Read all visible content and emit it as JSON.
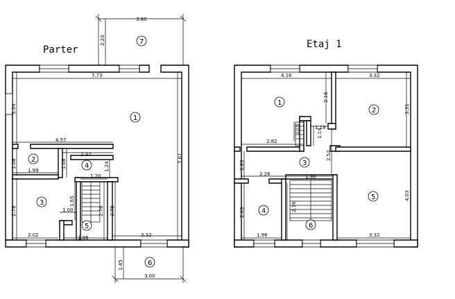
{
  "floors": [
    {
      "id": "parter",
      "title": "Parter",
      "rooms": [
        "1",
        "2",
        "3",
        "4",
        "5",
        "6",
        "7"
      ],
      "dimensions": [
        "3.80",
        "2.20",
        "7.73",
        "3.34",
        "4.57",
        "2.37",
        "1.08",
        "1.99",
        "1.08",
        "1.24",
        "1.20",
        "2.78",
        "1.65",
        "1.00",
        "2.78",
        "2.78",
        "2.02",
        "1.96",
        "3.32",
        "7.61",
        "1.45",
        "3.00"
      ]
    },
    {
      "id": "etaj1",
      "title": "Etaj 1",
      "rooms": [
        "1",
        "2",
        "3",
        "4",
        "5",
        "6"
      ],
      "dimensions": [
        "4.16",
        "3.32",
        "2.16",
        "3.31",
        "1.15",
        "1.19",
        "1.14",
        "2.82",
        "2.52",
        "1.23",
        "2.26",
        "1.90",
        "2.63",
        "2.76",
        "4.03",
        "1.96",
        "3.32"
      ]
    }
  ]
}
